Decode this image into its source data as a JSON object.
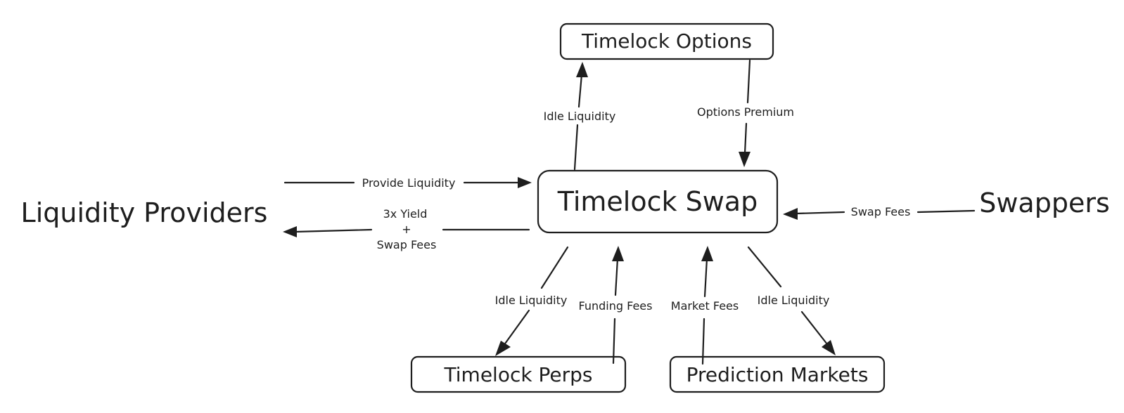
{
  "nodes": {
    "timelock_options": "Timelock Options",
    "timelock_swap": "Timelock Swap",
    "timelock_perps": "Timelock Perps",
    "prediction_markets": "Prediction Markets",
    "liquidity_providers": "Liquidity Providers",
    "swappers": "Swappers"
  },
  "edges": {
    "provide_liquidity": "Provide Liquidity",
    "yield_line1": "3x Yield",
    "yield_line2": "+",
    "yield_line3": "Swap Fees",
    "swap_fees": "Swap Fees",
    "idle_liquidity_options": "Idle Liquidity",
    "options_premium": "Options Premium",
    "idle_liquidity_perps": "Idle Liquidity",
    "funding_fees": "Funding Fees",
    "market_fees": "Market Fees",
    "idle_liquidity_markets": "Idle Liquidity"
  }
}
